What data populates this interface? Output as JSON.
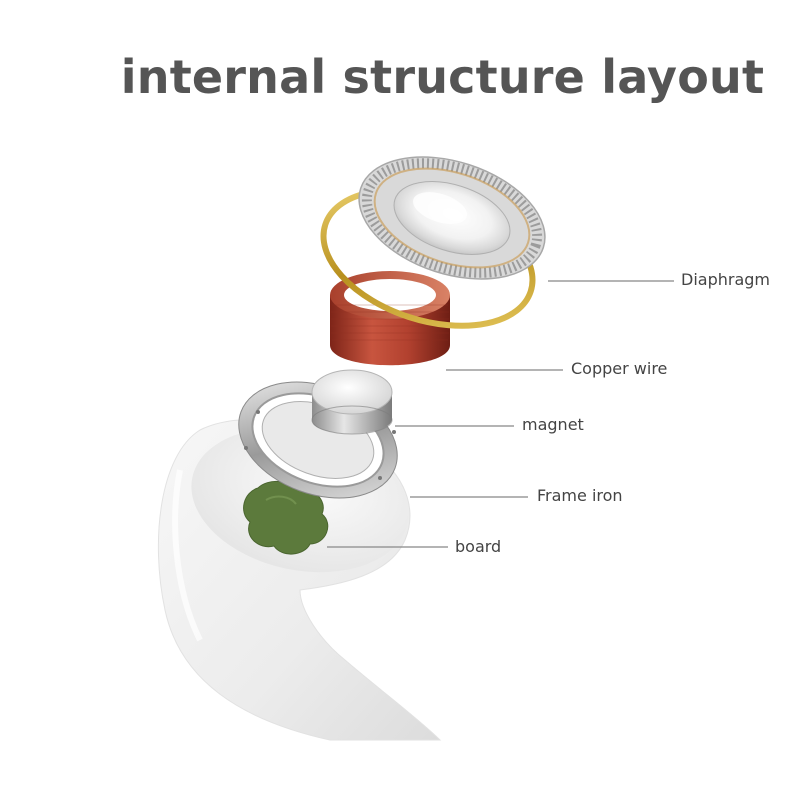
{
  "title": "internal structure layout",
  "labels": {
    "diaphragm": "Diaphragm",
    "copper_wire": "Copper wire",
    "magnet": "magnet",
    "frame_iron": "Frame iron",
    "board": "board"
  },
  "colors": {
    "title": "#555555",
    "label_text": "#444444",
    "leader_line": "#888888",
    "gold_ring": "#d4b23a",
    "copper_coil": "#b8402e",
    "board_green": "#5c7a3c",
    "chrome": "#c9c9c9"
  }
}
